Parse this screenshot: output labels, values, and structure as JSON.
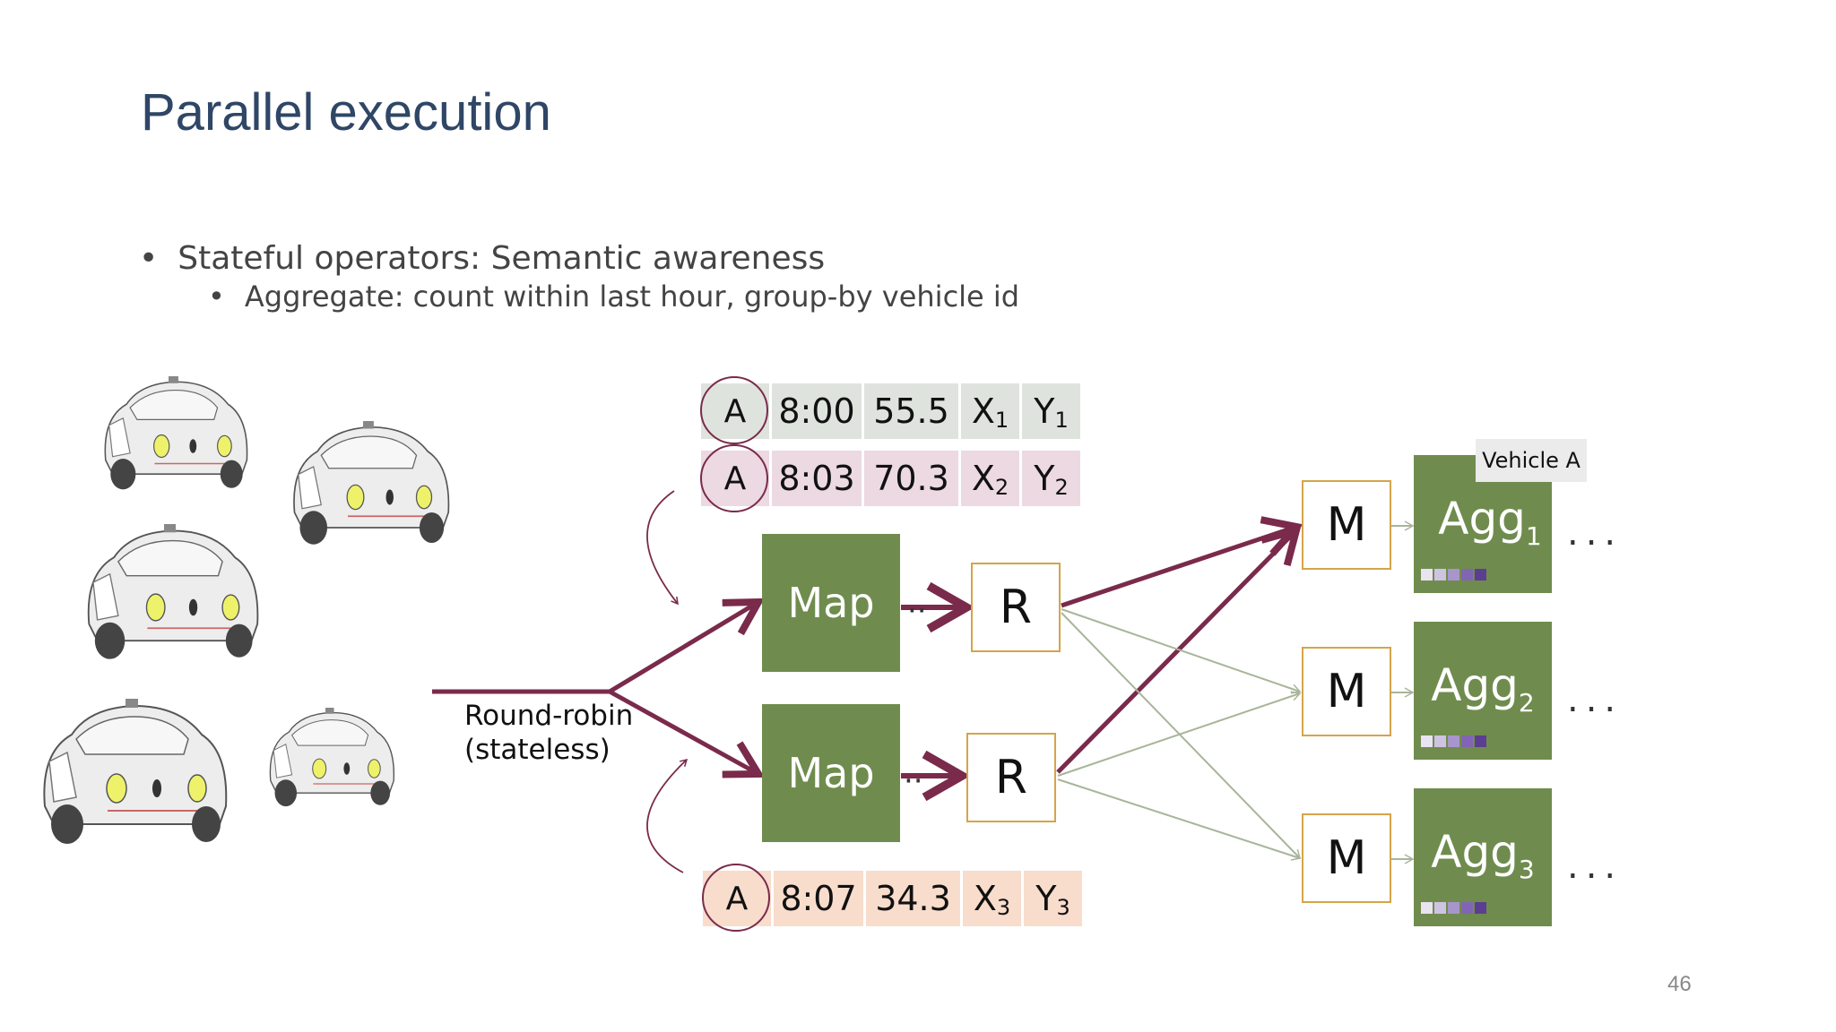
{
  "slide": {
    "title": "Parallel execution",
    "bullet1": "Stateful operators: Semantic awareness",
    "bullet2": "Aggregate: count within last hour, group-by vehicle id",
    "page_number": "46"
  },
  "records": [
    {
      "id": "A",
      "time": "8:00",
      "value": "55.5",
      "x": "X",
      "x_sub": "1",
      "y": "Y",
      "y_sub": "1"
    },
    {
      "id": "A",
      "time": "8:03",
      "value": "70.3",
      "x": "X",
      "x_sub": "2",
      "y": "Y",
      "y_sub": "2"
    },
    {
      "id": "A",
      "time": "8:07",
      "value": "34.3",
      "x": "X",
      "x_sub": "3",
      "y": "Y",
      "y_sub": "3"
    }
  ],
  "diagram": {
    "round_robin_line1": "Round-robin",
    "round_robin_line2": "(stateless)",
    "map_label": "Map",
    "r_label": "R",
    "m_label": "M",
    "agg_base": "Agg",
    "agg_subs": [
      "1",
      "2",
      "3"
    ],
    "vehicle_tag": "Vehicle A",
    "ellipsis": "..."
  },
  "colors": {
    "title": "#2f4666",
    "operator_green": "#6f8c4e",
    "arrow_maroon": "#7a2a4b",
    "box_border": "#d4a44a",
    "thin_arrow": "#a8b59a",
    "record_grey": "#dfe3de",
    "record_pink": "#ecd9e1",
    "record_peach": "#f8dccc"
  }
}
